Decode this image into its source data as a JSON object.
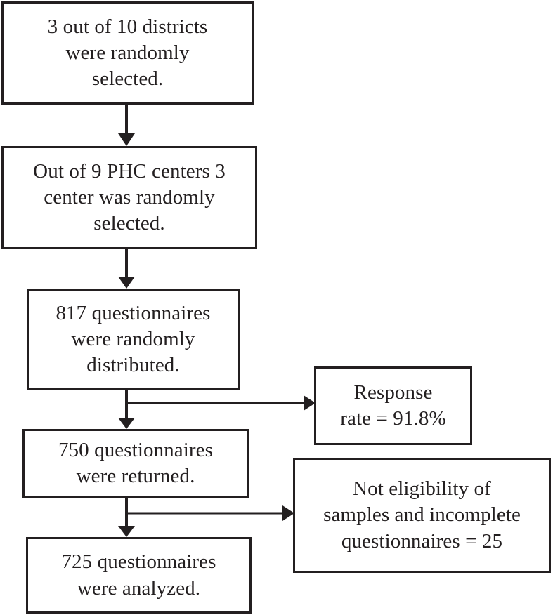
{
  "figure": {
    "type": "flowchart",
    "orientation": "vertical-with-right-branches",
    "background_color": "#ffffff",
    "line_color": "#231f20",
    "text_color": "#231f20"
  },
  "nodes": {
    "districts": {
      "id": "districts",
      "text": "3 out of 10 districts\nwere randomly\nselected.",
      "lines": [
        "3 out of 10 districts",
        "were randomly",
        "selected."
      ]
    },
    "phc_centers": {
      "id": "phc_centers",
      "text": "Out of 9 PHC centers 3\ncenter was randomly\nselected.",
      "lines": [
        "Out of 9 PHC centers 3",
        "center was randomly",
        "selected."
      ]
    },
    "distributed": {
      "id": "distributed",
      "text": "817 questionnaires\nwere randomly\ndistributed.",
      "lines": [
        "817 questionnaires",
        "were randomly",
        "distributed."
      ],
      "count": 817
    },
    "returned": {
      "id": "returned",
      "text": "750 questionnaires\nwere returned.",
      "lines": [
        "750 questionnaires",
        "were returned."
      ],
      "count": 750
    },
    "analyzed": {
      "id": "analyzed",
      "text": "725 questionnaires\nwere analyzed.",
      "lines": [
        "725 questionnaires",
        "were analyzed."
      ],
      "count": 725
    },
    "response_rate": {
      "id": "response_rate",
      "text": "Response\nrate = 91.8%",
      "lines": [
        "Response",
        "rate = 91.8%"
      ],
      "value": "91.8%"
    },
    "not_eligible": {
      "id": "not_eligible",
      "text": "Not eligibility of\nsamples and incomplete\nquestionnaires = 25",
      "lines": [
        "Not eligibility of",
        "samples and incomplete",
        "questionnaires = 25"
      ],
      "count": 25
    }
  },
  "edges": [
    {
      "from": "districts",
      "to": "phc_centers",
      "kind": "down-arrow"
    },
    {
      "from": "phc_centers",
      "to": "distributed",
      "kind": "down-arrow"
    },
    {
      "from": "distributed",
      "to": "returned",
      "kind": "down-arrow"
    },
    {
      "from": "distributed",
      "to": "response_rate",
      "kind": "right-branch-arrow"
    },
    {
      "from": "returned",
      "to": "analyzed",
      "kind": "down-arrow"
    },
    {
      "from": "returned",
      "to": "not_eligible",
      "kind": "right-branch-arrow"
    }
  ]
}
